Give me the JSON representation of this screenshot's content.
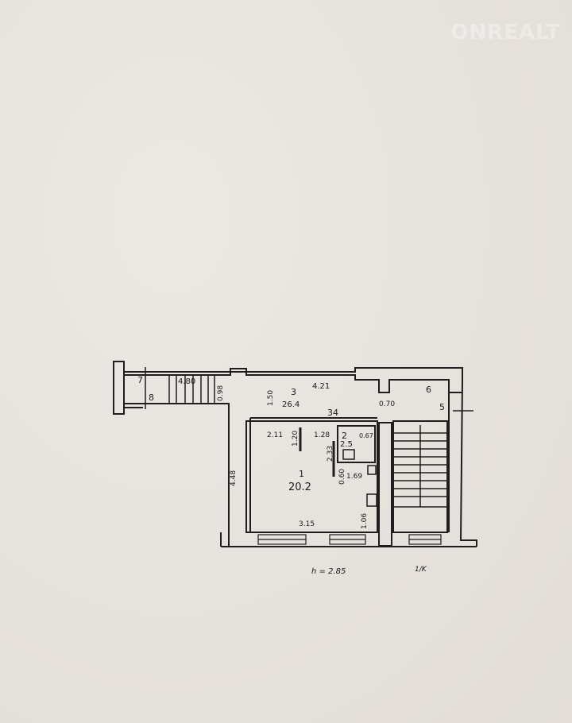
{
  "watermark": "ONREALT",
  "plan": {
    "room_numbers": [
      "1",
      "2",
      "3",
      "5",
      "6",
      "7",
      "8"
    ],
    "areas": {
      "room1": "20.2",
      "room2": "2.5",
      "room3": "26.4"
    },
    "dimensions": [
      "4.80",
      "0.98",
      "1.50",
      "4.21",
      "0.70",
      "34",
      "2.11",
      "1.20",
      "1.28",
      "0.67",
      "2.33",
      "0.60",
      "1.69",
      "4.48",
      "3.15",
      "1.06"
    ],
    "ceiling_height": "h = 2.85",
    "sheet_mark": "1/K"
  }
}
